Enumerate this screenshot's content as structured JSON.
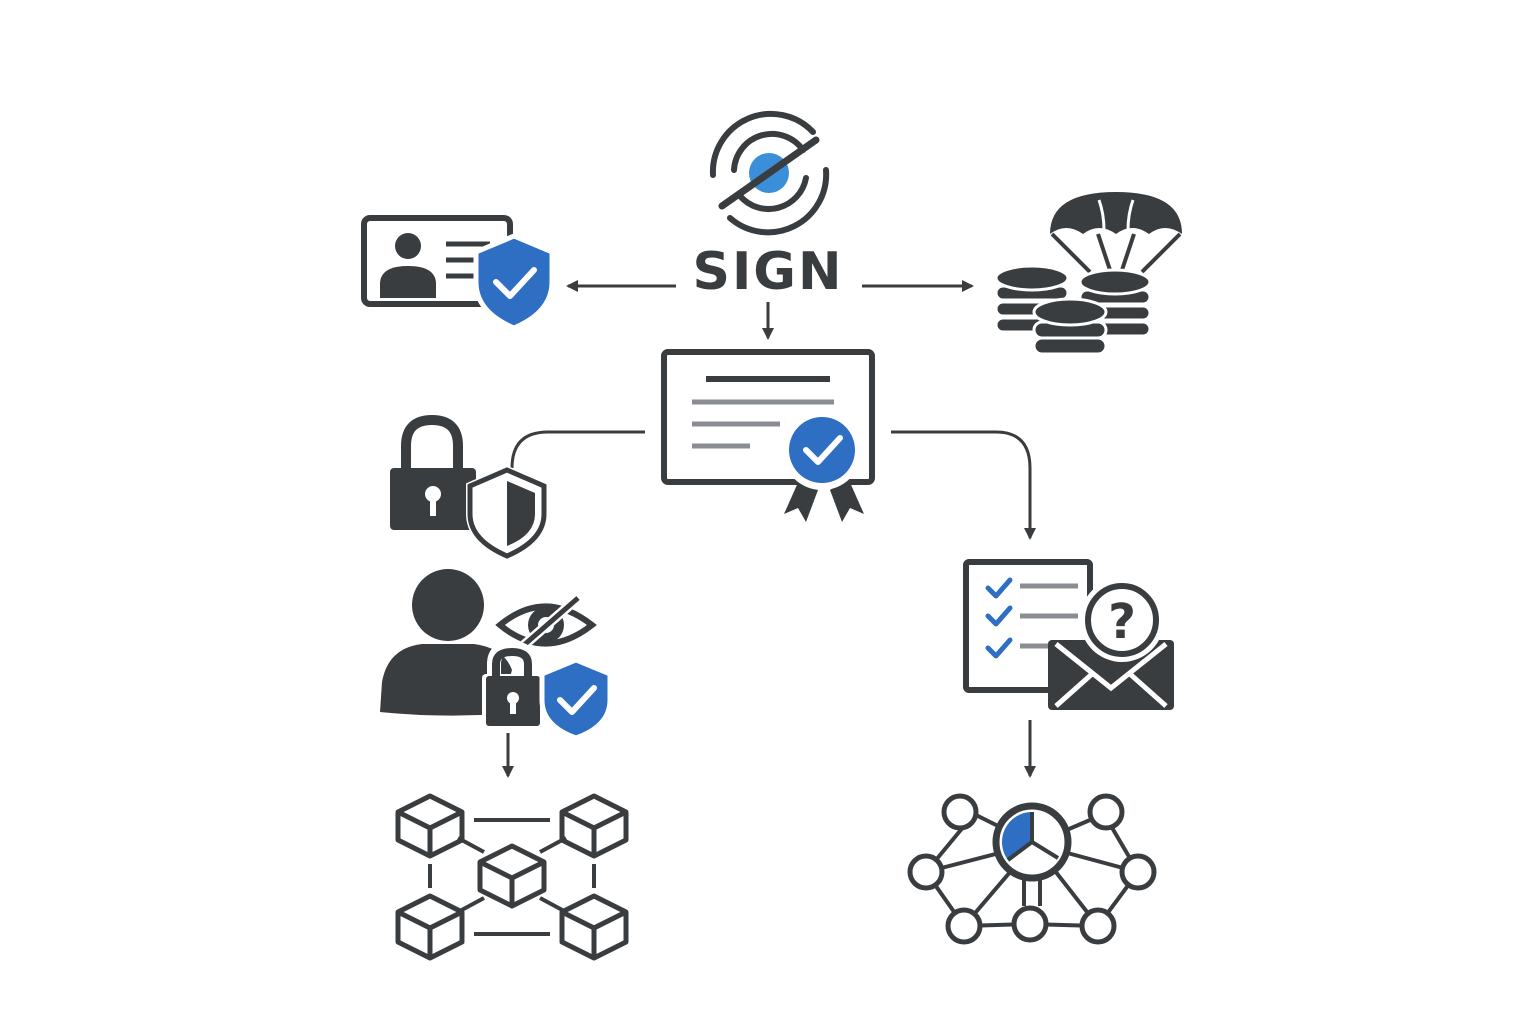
{
  "logo": {
    "text": "SIGN",
    "icon": "sign-logo-target-icon"
  },
  "colors": {
    "dark": "#3a3d40",
    "blue": "#2e6fc4",
    "blue_light": "#3a8fd8",
    "gray": "#8a8e93",
    "background": "#ffffff"
  },
  "nodes": [
    {
      "id": "identity",
      "icon": "id-card-shield-icon"
    },
    {
      "id": "airdrop",
      "icon": "airdrop-coins-icon"
    },
    {
      "id": "certificate",
      "icon": "verified-certificate-icon"
    },
    {
      "id": "security",
      "icon": "lock-shield-icon"
    },
    {
      "id": "privacy",
      "icon": "private-user-icon"
    },
    {
      "id": "survey",
      "icon": "checklist-envelope-icon"
    },
    {
      "id": "blockchain",
      "icon": "blockchain-blocks-icon"
    },
    {
      "id": "network",
      "icon": "node-network-icon"
    }
  ],
  "edges": [
    {
      "from": "logo",
      "to": "identity"
    },
    {
      "from": "logo",
      "to": "airdrop"
    },
    {
      "from": "logo",
      "to": "certificate"
    },
    {
      "from": "certificate",
      "to": "security"
    },
    {
      "from": "certificate",
      "to": "survey"
    },
    {
      "from": "privacy",
      "to": "blockchain"
    },
    {
      "from": "survey",
      "to": "network"
    }
  ]
}
